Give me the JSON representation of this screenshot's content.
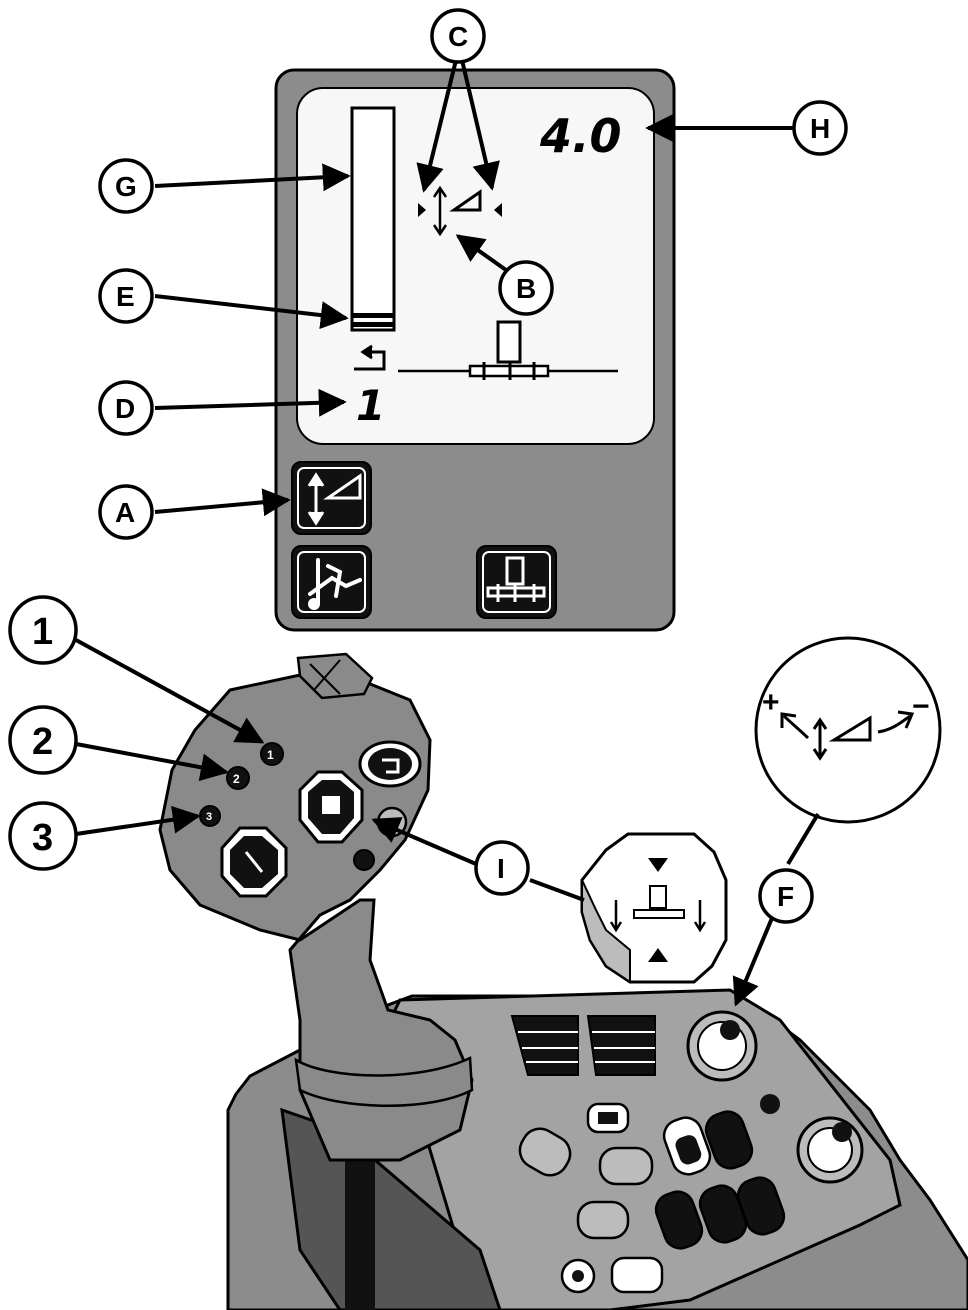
{
  "display": {
    "speed_value": "4.0",
    "gear_indicator": "1"
  },
  "callouts": {
    "A": "A",
    "B": "B",
    "C": "C",
    "D": "D",
    "E": "E",
    "F": "F",
    "G": "G",
    "H": "H",
    "I": "I",
    "n1": "1",
    "n2": "2",
    "n3": "3"
  },
  "inset": {
    "plus_label": "+",
    "minus_label": "−"
  },
  "colors": {
    "housing": "#8c8c8c",
    "lcd_screen": "#f7f7f7",
    "joystick": "#8a8a8a",
    "console": "#9a9a9a",
    "dark": "#111111",
    "outline": "#000000"
  },
  "icons": [
    "depth-slope-mode-icon",
    "tractor-hitch-icon",
    "implement-icon",
    "speed-plus-minus-icon"
  ]
}
